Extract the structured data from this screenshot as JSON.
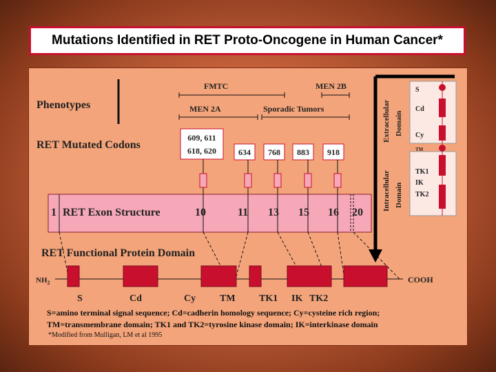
{
  "title": "Mutations Identified in RET Proto-Oncogene in Human Cancer*",
  "sections": {
    "phenotypes": "Phenotypes",
    "codons": "RET Mutated Codons",
    "functional_domain": "RET Functional Protein Domain"
  },
  "phenotypes": {
    "fmtc": "FMTC",
    "men2b": "MEN 2B",
    "men2a": "MEN 2A",
    "sporadic": "Sporadic Tumors"
  },
  "codons": {
    "group1_line1": "609, 611",
    "group1_line2": "618, 620",
    "c634": "634",
    "c768": "768",
    "c883": "883",
    "c918": "918"
  },
  "exon": {
    "first": "1",
    "label": "RET Exon Structure",
    "e10": "10",
    "e11": "11",
    "e13": "13",
    "e15": "15",
    "e16": "16",
    "e20": "20"
  },
  "protein": {
    "nh": "NH",
    "nh_sub": "2",
    "cooh": "COOH",
    "s": "S",
    "cd": "Cd",
    "cy": "Cy",
    "tm": "TM",
    "tk1": "TK1",
    "ik": "IK",
    "tk2": "TK2"
  },
  "membrane": {
    "extracellular": "Extracellular",
    "intracellular": "Intracellular",
    "domain": "Domain",
    "s": "S",
    "cd": "Cd",
    "cy": "Cy",
    "tm": "TM",
    "tk1": "TK1",
    "ik": "IK",
    "tk2": "TK2"
  },
  "legend_line1": "S=amino terminal signal sequence; Cd=cadherin homology sequence; Cy=cysteine rich region;",
  "legend_line2": "TM=transmembrane domain; TK1 and TK2=tyrosine kinase domain; IK=interkinase domain",
  "footnote": "*Modified from Mulligan, LM et al 1995",
  "colors": {
    "domain_red": "#c8102e",
    "exon_pink": "#f6a8b8",
    "panel": "#f4a47a"
  }
}
